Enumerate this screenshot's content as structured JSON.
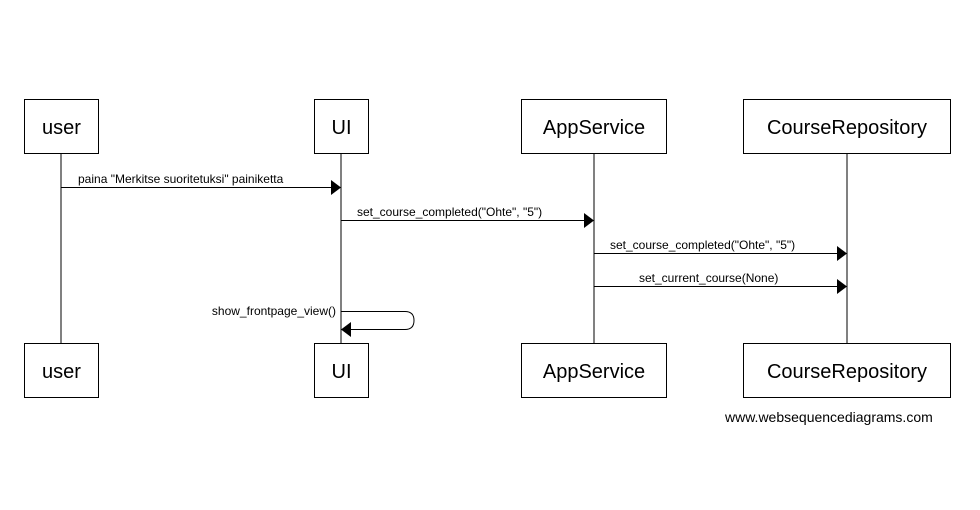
{
  "diagram": {
    "participants": [
      {
        "id": "user",
        "label": "user"
      },
      {
        "id": "ui",
        "label": "UI"
      },
      {
        "id": "appservice",
        "label": "AppService"
      },
      {
        "id": "courserepository",
        "label": "CourseRepository"
      }
    ],
    "messages": [
      {
        "from": "user",
        "to": "ui",
        "label": "paina \"Merkitse suoritetuksi\" painiketta"
      },
      {
        "from": "ui",
        "to": "appservice",
        "label": "set_course_completed(\"Ohte\", \"5\")"
      },
      {
        "from": "appservice",
        "to": "courserepository",
        "label": "set_course_completed(\"Ohte\", \"5\")"
      },
      {
        "from": "appservice",
        "to": "courserepository",
        "label": "set_current_course(None)"
      },
      {
        "from": "ui",
        "to": "ui",
        "label": "show_frontpage_view()"
      }
    ]
  },
  "watermark": "www.websequencediagrams.com"
}
